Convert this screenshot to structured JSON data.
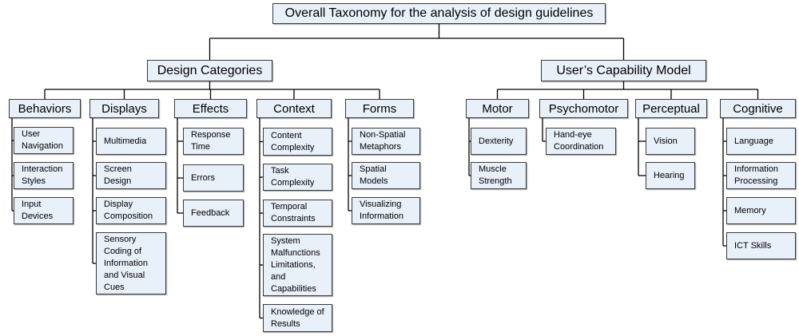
{
  "colors": {
    "box_fill": "#e8f0fa",
    "border": "#3a3a3a",
    "connector": "#000000"
  },
  "root": "Overall Taxonomy for the analysis of design guidelines",
  "design": {
    "title": "Design Categories",
    "behaviors": {
      "title": "Behaviors",
      "items": [
        "User\nNavigation",
        "Interaction\nStyles",
        "Input\nDevices"
      ]
    },
    "displays": {
      "title": "Displays",
      "items": [
        "Multimedia",
        "Screen\nDesign",
        "Display\nComposition",
        "Sensory\nCoding of\nInformation\nand Visual\nCues"
      ]
    },
    "effects": {
      "title": "Effects",
      "items": [
        "Response\nTime",
        "Errors",
        "Feedback"
      ]
    },
    "context": {
      "title": "Context",
      "items": [
        "Content\nComplexity",
        "Task\nComplexity",
        "Temporal\nConstraints",
        "System\nMalfunctions\nLimitations,\nand\nCapabilities",
        "Knowledge of\nResults"
      ]
    },
    "forms": {
      "title": "Forms",
      "items": [
        "Non-Spatial\nMetaphors",
        "Spatial\nModels",
        "Visualizing\nInformation"
      ]
    }
  },
  "capability": {
    "title": "User’s Capability Model",
    "motor": {
      "title": "Motor",
      "items": [
        "Dexterity",
        "Muscle\nStrength"
      ]
    },
    "psychomotor": {
      "title": "Psychomotor",
      "items": [
        "Hand-eye\nCoordination"
      ]
    },
    "perceptual": {
      "title": "Perceptual",
      "items": [
        "Vision",
        "Hearing"
      ]
    },
    "cognitive": {
      "title": "Cognitive",
      "items": [
        "Language",
        "Information\nProcessing",
        "Memory",
        "ICT Skills"
      ]
    }
  }
}
